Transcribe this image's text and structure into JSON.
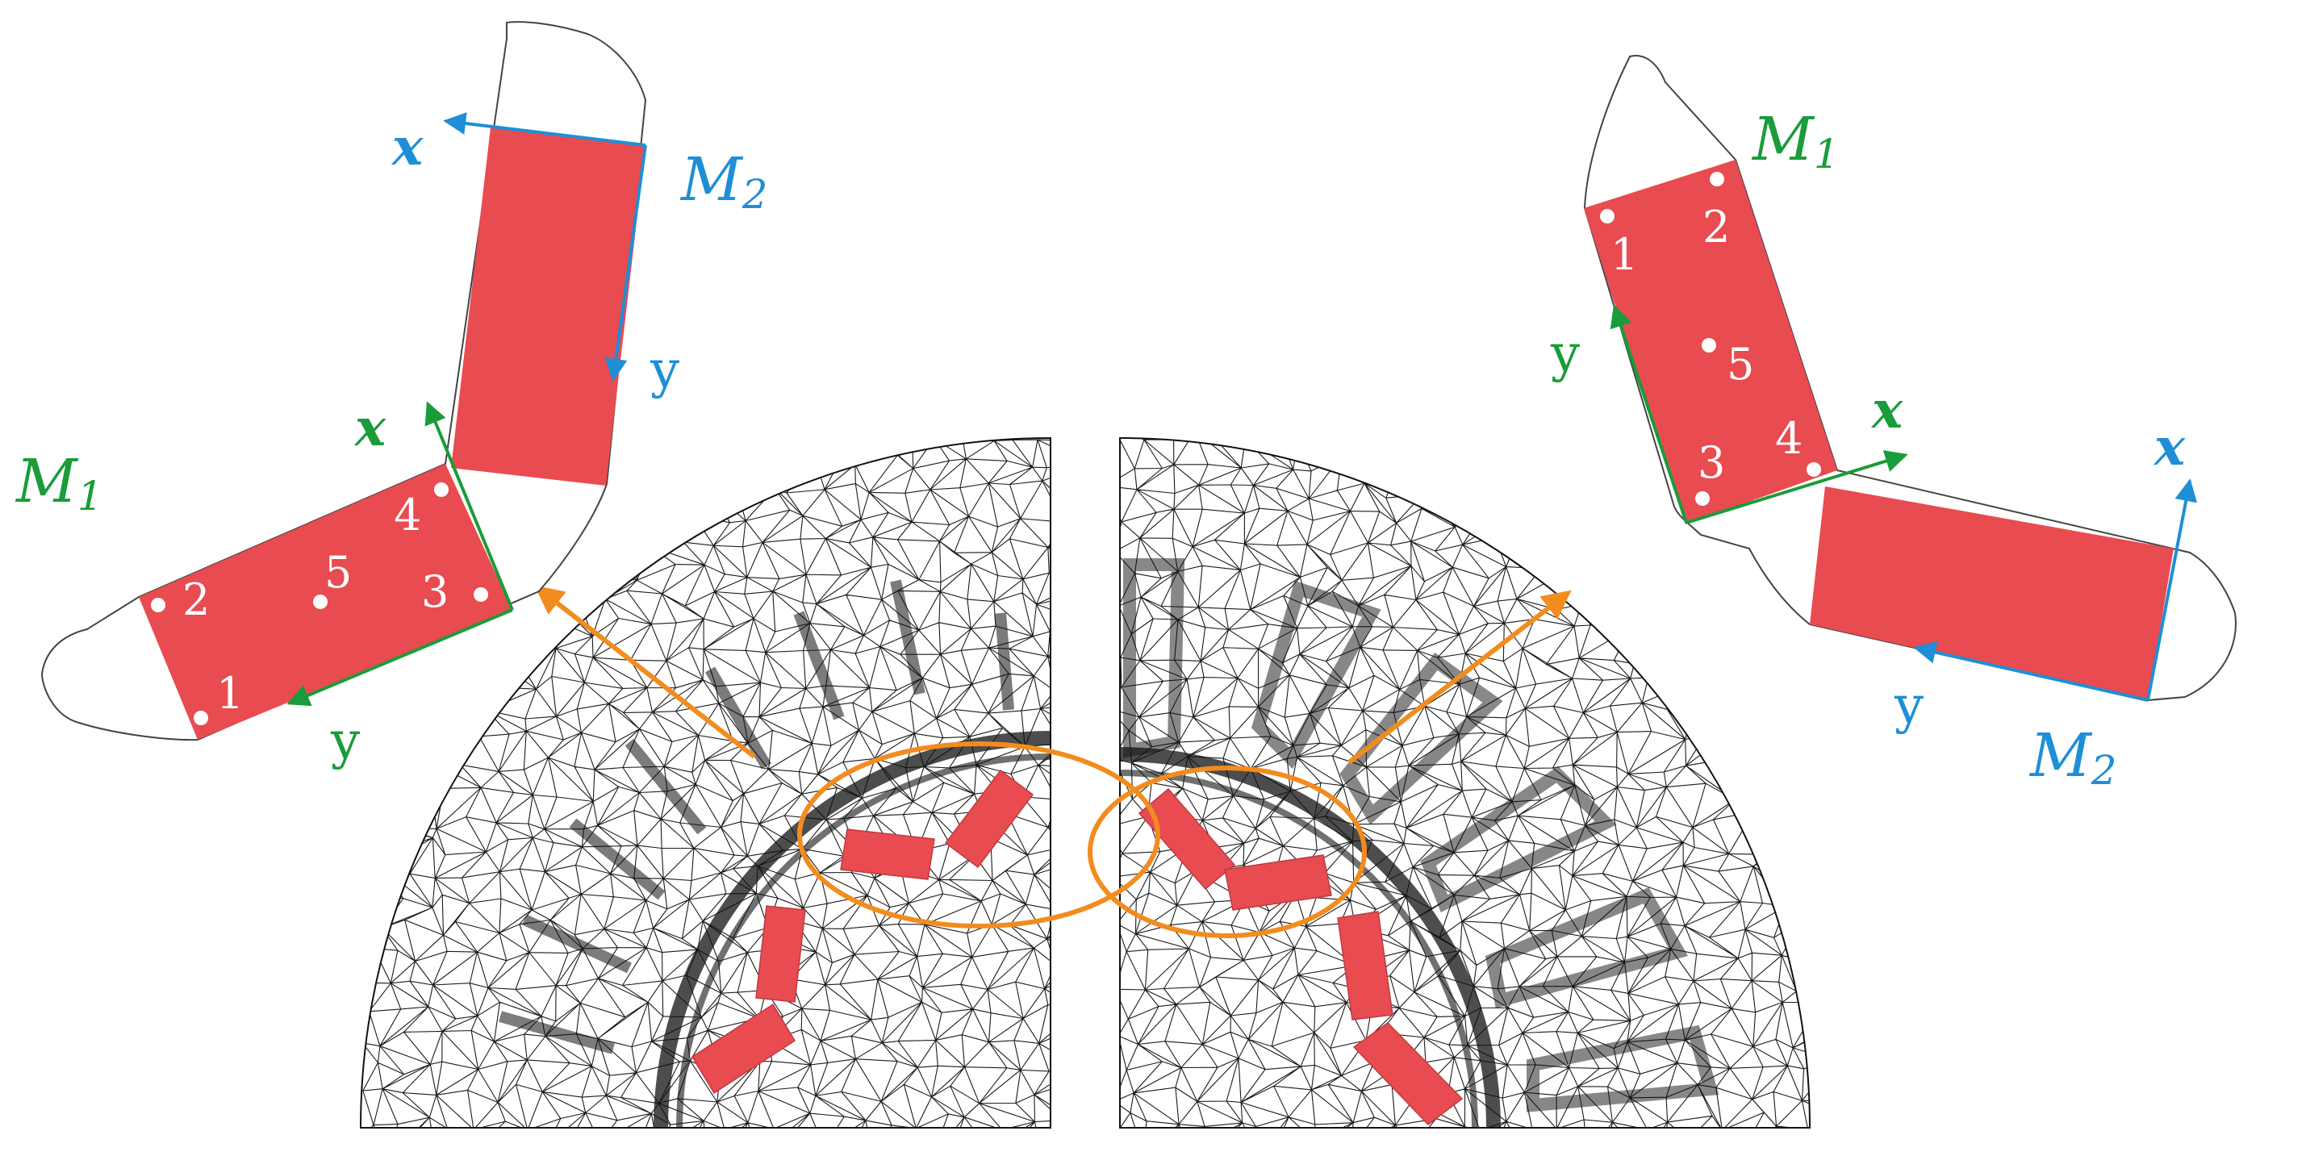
{
  "colors": {
    "magnet": "#e84b50",
    "green": "#1a9c3a",
    "blue": "#1e8fd6",
    "orange": "#f28c1e",
    "mesh": "#1a1a1a",
    "outline": "#444444"
  },
  "left_detail": {
    "magnet_1": {
      "label": "M",
      "sub": "1"
    },
    "magnet_2": {
      "label": "M",
      "sub": "2"
    },
    "axis_x_m1": "x",
    "axis_y_m1": "y",
    "axis_x_m2": "x",
    "axis_y_m2": "y",
    "points": [
      "1",
      "2",
      "3",
      "4",
      "5"
    ]
  },
  "right_detail": {
    "magnet_1": {
      "label": "M",
      "sub": "1"
    },
    "magnet_2": {
      "label": "M",
      "sub": "2"
    },
    "axis_x_m1": "x",
    "axis_y_m1": "y",
    "axis_x_m2": "x",
    "axis_y_m2": "y",
    "points": [
      "1",
      "2",
      "3",
      "4",
      "5"
    ]
  }
}
